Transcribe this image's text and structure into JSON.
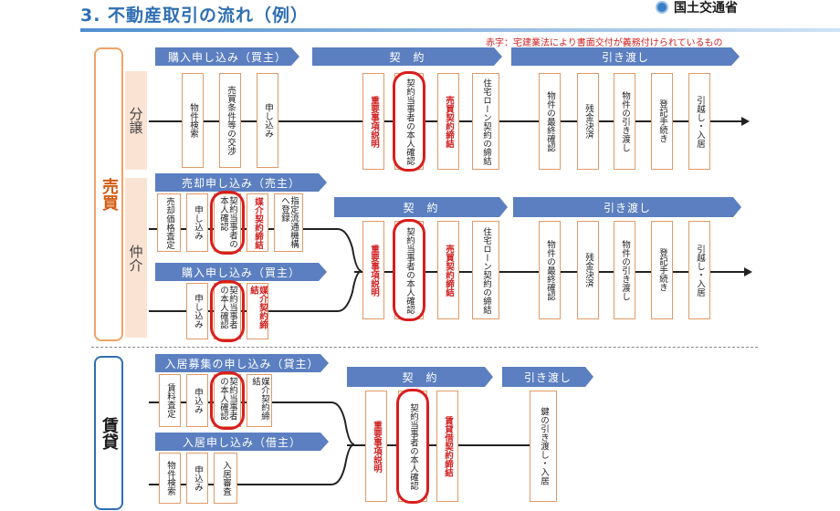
{
  "header": {
    "title": "3. 不動産取引の流れ（例）",
    "logo_text": "国土交通省",
    "note": "赤字：宅建業法により書面交付が義務付けられているもの"
  },
  "categories": {
    "baibai": "売買",
    "chintai": "賃貸",
    "bunjo": "分譲",
    "chukai": "仲介"
  },
  "banners": {
    "b1": "購入申し込み（買主）",
    "b2": "契　約",
    "b3": "引き渡し",
    "b4": "売却申し込み（売主）",
    "b5": "契　約",
    "b6": "引き渡し",
    "b7": "購入申し込み（買主）",
    "b8": "入居募集の申し込み（貸主）",
    "b9": "契　約",
    "b10": "引き渡し",
    "b11": "入居申し込み（借主）"
  },
  "steps": {
    "r1": [
      "物件検索",
      "売買条件等の交渉",
      "申し込み",
      "重要事項説明",
      "契約当事者の本人確認",
      "売買契約締結",
      "住宅ローン契約の締結",
      "物件の最終確認",
      "残金決済",
      "物件の引き渡し",
      "登記手続き",
      "引越し・入居"
    ],
    "r2": [
      "売却価格査定",
      "申し込み",
      "契約当事者の本人確認",
      "媒介契約締結",
      "指定流通機構へ登録"
    ],
    "r3": [
      "重要事項説明",
      "契約当事者の本人確認",
      "売買契約締結",
      "住宅ローン契約の締結",
      "物件の最終確認",
      "残金決済",
      "物件の引き渡し",
      "登記手続き",
      "引越し・入居"
    ],
    "r4": [
      "申し込み",
      "契約当事者の本人確認",
      "媒介契約締結"
    ],
    "r5": [
      "賃料査定",
      "申込み",
      "契約当事者の本人確認",
      "媒介契約締結",
      "重要事項説明",
      "契約当事者の本人確認",
      "賃貸借契約締結",
      "鍵の引き渡し・入居"
    ],
    "r6": [
      "物件検索",
      "申込み",
      "入居審査"
    ]
  }
}
